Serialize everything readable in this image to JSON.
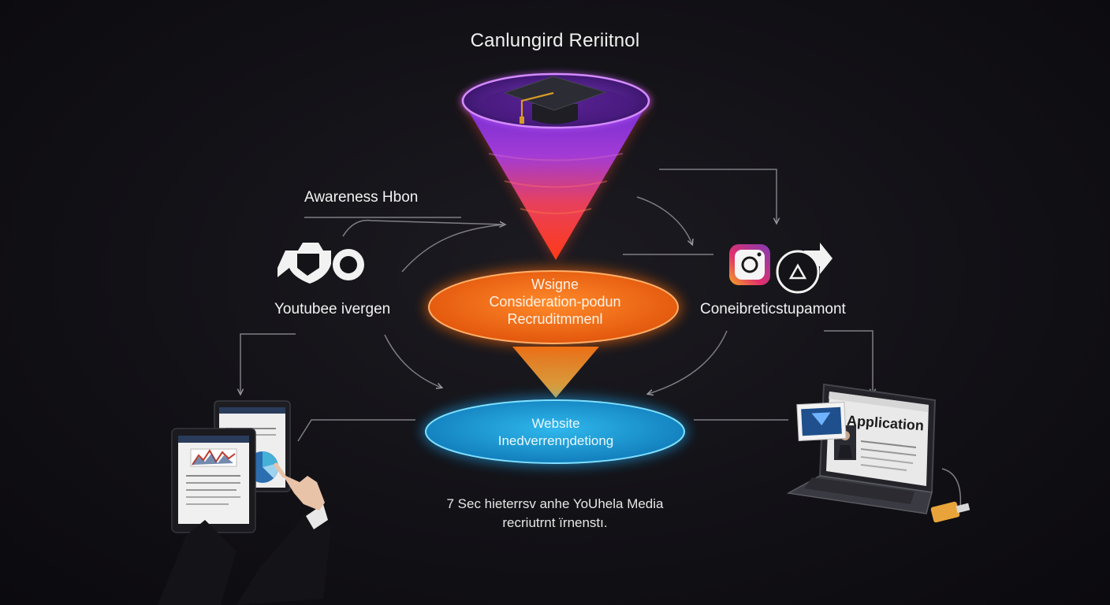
{
  "diagram": {
    "title": "Canlungird Reriitnol",
    "awareness_label": "Awareness Hbon",
    "youtube_label": "Youtubee ivergen",
    "right_label": "Coneibreticstupamont",
    "consideration": {
      "line1": "Wsigne",
      "line2": "Consideration-podun",
      "line3": "Recruditmmenl"
    },
    "website": {
      "line1": "Website",
      "line2": "Inedverrenŋdetiong"
    },
    "application_label": "Application",
    "caption": {
      "line1": "7 Sec hieterrsv anhe YoUhela Media",
      "line2": "recriutrnt ïrnenstı."
    },
    "icons": [
      "graduation-cap-icon",
      "youtube-icon",
      "instagram-icon",
      "play-arrow-icon",
      "tablet-icon",
      "laptop-icon",
      "usb-drive-icon",
      "hand-icon"
    ],
    "colors": {
      "background": "#121116",
      "funnel_top": "#7b2fd6",
      "funnel_bottom": "#ff3b1f",
      "consideration_orange": "#f26a12",
      "website_blue": "#1aa3df",
      "arrow_gray": "#8a8a8f"
    }
  }
}
